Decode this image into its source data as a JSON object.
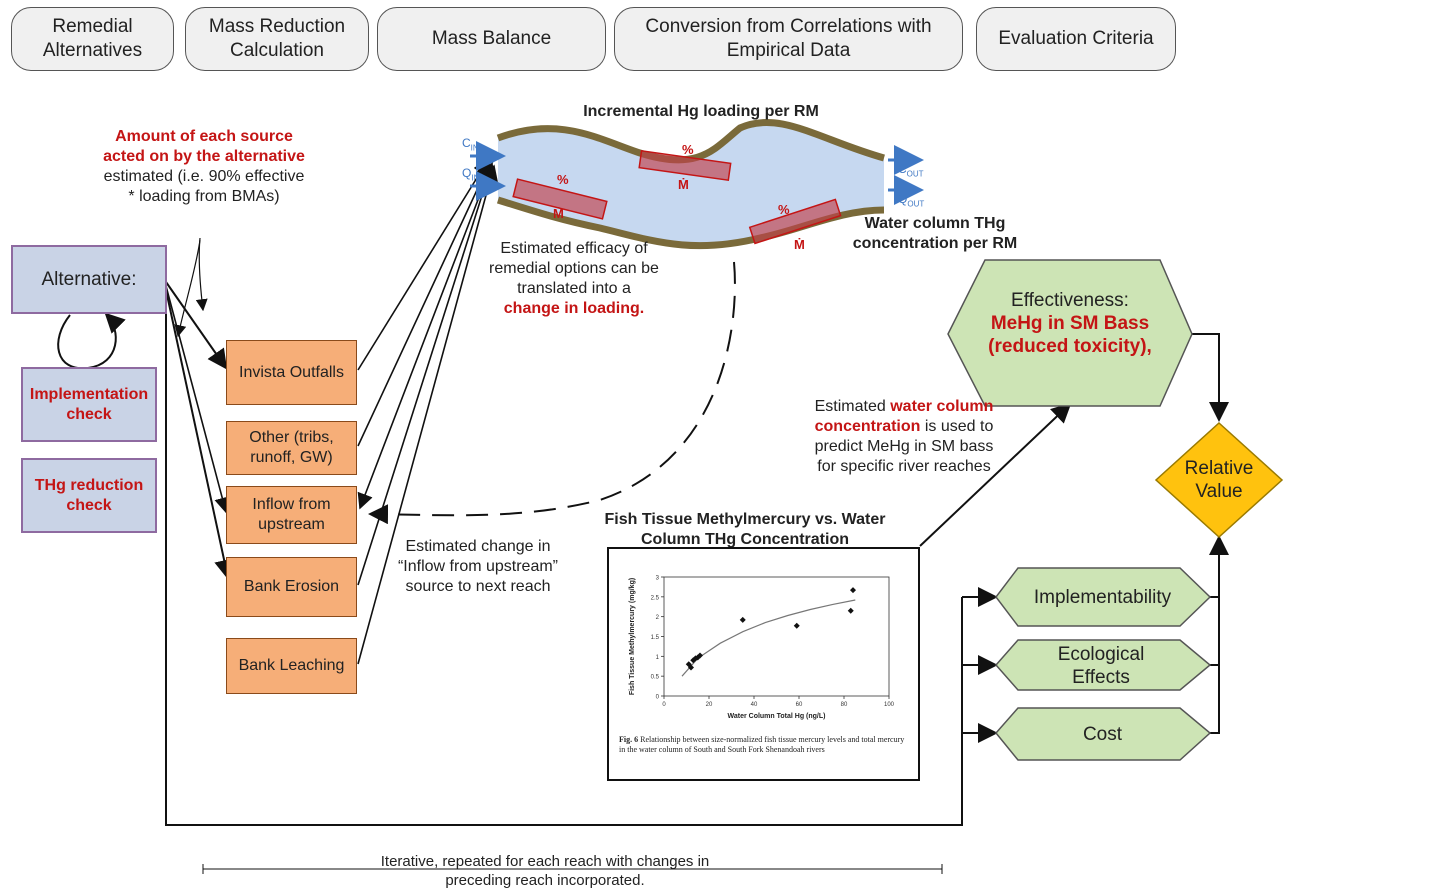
{
  "phases": [
    {
      "label": "Remedial Alternatives"
    },
    {
      "label": "Mass Reduction Calculation"
    },
    {
      "label": "Mass Balance"
    },
    {
      "label": "Conversion from Correlations with Empirical Data"
    },
    {
      "label": "Evaluation Criteria"
    }
  ],
  "source_note": {
    "red_text": "Amount of each source acted on by the alternative",
    "black_text": "estimated (i.e. 90% effective * loading from BMAs)"
  },
  "alternative": {
    "label": "Alternative:",
    "implementation_check": "Implementation check",
    "thg_reduction_check": "THg reduction check"
  },
  "sources": [
    {
      "label": "Invista Outfalls"
    },
    {
      "label": "Other (tribs, runoff, GW)"
    },
    {
      "label": "Inflow from upstream"
    },
    {
      "label": "Bank Erosion"
    },
    {
      "label": "Bank Leaching"
    }
  ],
  "river": {
    "title": "Incremental Hg loading per RM",
    "c_in": "C_IN",
    "q_in": "Q_IN",
    "c_out": "C_OUT",
    "q_out": "Q_OUT",
    "percent_symbol": "%",
    "mdot_symbol": "Ṁ",
    "water_column": "Water column THg concentration per RM"
  },
  "efficacy_note": {
    "black_text": "Estimated efficacy of remedial options can be translated into a",
    "red_text": "change in loading."
  },
  "upstream_note": "Estimated change in “Inflow from upstream” source to next reach",
  "conc_note": {
    "part1": "Estimated",
    "red_text": "water column concentration",
    "part2": "is used to predict MeHg in SM bass for specific river reaches"
  },
  "effectiveness": {
    "label": "Effectiveness:",
    "red_text": "MeHg in SM Bass (reduced toxicity),"
  },
  "relative_value": "Relative Value",
  "criteria": [
    {
      "label": "Implementability"
    },
    {
      "label": "Ecological Effects"
    },
    {
      "label": "Cost"
    }
  ],
  "fish_chart_title": "Fish Tissue Methylmercury vs. Water Column THg Concentration",
  "chart_data": {
    "type": "scatter",
    "xlabel": "Water Column Total Hg (ng/L)",
    "ylabel": "Fish Tissue Methylmercury (mg/kg)",
    "xlim": [
      0,
      100
    ],
    "ylim": [
      0,
      3
    ],
    "xticks": [
      0,
      20,
      40,
      60,
      80,
      100
    ],
    "yticks": [
      0,
      0.5,
      1,
      1.5,
      2,
      2.5,
      3
    ],
    "points": [
      {
        "x": 11,
        "y": 0.8
      },
      {
        "x": 12,
        "y": 0.72
      },
      {
        "x": 13,
        "y": 0.9
      },
      {
        "x": 14,
        "y": 0.95
      },
      {
        "x": 15,
        "y": 0.97
      },
      {
        "x": 16,
        "y": 1.02
      },
      {
        "x": 35,
        "y": 1.92
      },
      {
        "x": 59,
        "y": 1.77
      },
      {
        "x": 83,
        "y": 2.15
      },
      {
        "x": 84,
        "y": 2.67
      }
    ],
    "fit_curve": {
      "x": [
        8,
        15,
        25,
        35,
        45,
        55,
        65,
        75,
        85
      ],
      "y": [
        0.5,
        0.95,
        1.33,
        1.62,
        1.85,
        2.03,
        2.18,
        2.31,
        2.42
      ]
    },
    "grid": false,
    "caption_bold": "Fig. 6",
    "caption": "Relationship between size-normalized fish tissue mercury levels and total mercury in the water column of South and South Fork Shenandoah rivers"
  },
  "footer": "Iterative, repeated for each reach with changes in preceding reach incorporated."
}
